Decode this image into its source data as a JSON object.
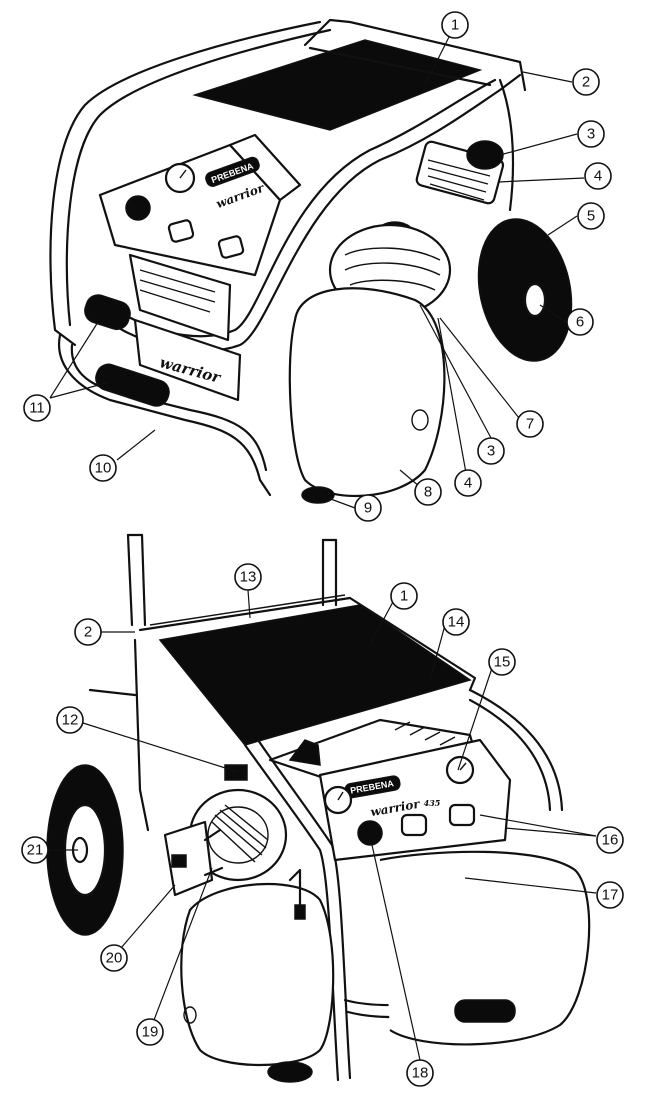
{
  "diagram": {
    "brand_label": "PREBENA",
    "model_label": "warrior",
    "model_number": "435",
    "callouts_top": [
      "1",
      "2",
      "3",
      "4",
      "5",
      "6",
      "7",
      "3",
      "4",
      "8",
      "9",
      "10",
      "11"
    ],
    "callouts_bottom": [
      "13",
      "1",
      "2",
      "14",
      "15",
      "12",
      "16",
      "21",
      "17",
      "20",
      "19",
      "18"
    ]
  }
}
